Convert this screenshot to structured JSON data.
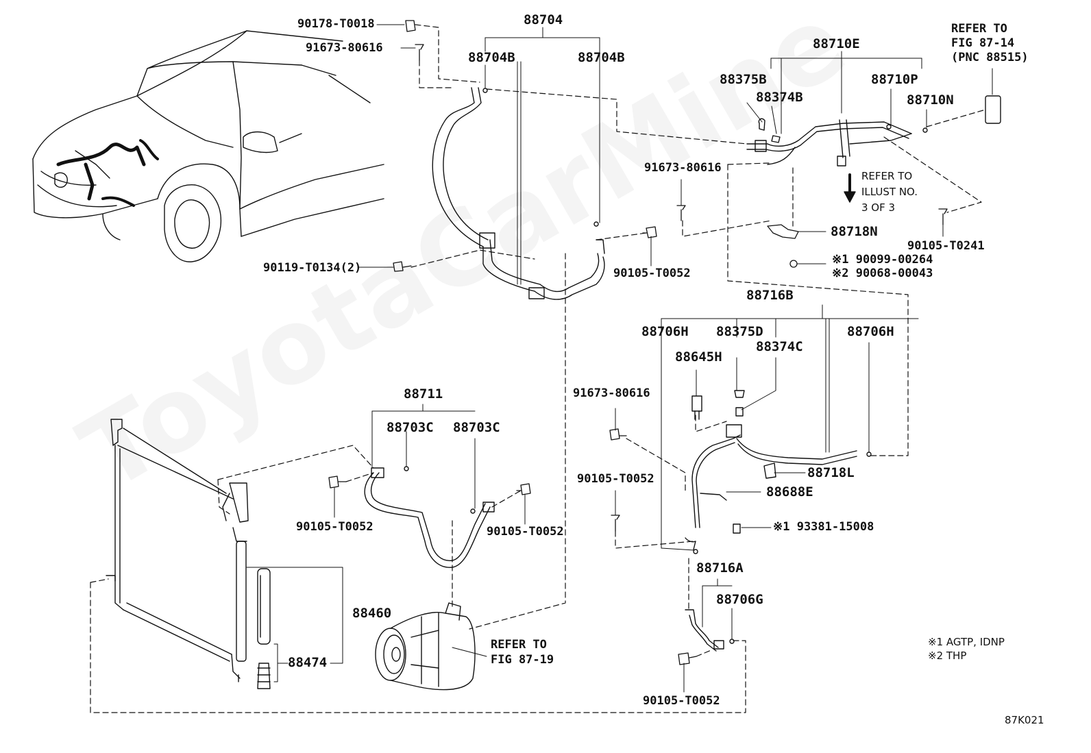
{
  "watermark": "ToyotaCarMine",
  "diagram_code": "87K021",
  "labels": {
    "p_90178_T0018": "90178-T0018",
    "p_91673_80616_a": "91673-80616",
    "p_88704": "88704",
    "p_88704B_l": "88704B",
    "p_88704B_r": "88704B",
    "p_88710E": "88710E",
    "p_88375B": "88375B",
    "p_88374B": "88374B",
    "p_88710P": "88710P",
    "p_88710N": "88710N",
    "refer_87_14_l1": "REFER TO",
    "refer_87_14_l2": "FIG 87-14",
    "refer_87_14_l3": "(PNC 88515)",
    "p_91673_80616_b": "91673-80616",
    "refer_illust_l1": "REFER TO",
    "refer_illust_l2": "ILLUST NO.",
    "refer_illust_l3": "3 OF 3",
    "p_88718N": "88718N",
    "p_90105_T0241": "90105-T0241",
    "p_90099_00264": "※1 90099-00264",
    "p_90068_00043": "※2 90068-00043",
    "p_90119_T0134": "90119-T0134(2)",
    "p_90105_T0052_a": "90105-T0052",
    "p_88716B": "88716B",
    "p_88706H_l": "88706H",
    "p_88375D": "88375D",
    "p_88374C": "88374C",
    "p_88706H_r": "88706H",
    "p_88645H": "88645H",
    "p_88711": "88711",
    "p_88703C_l": "88703C",
    "p_88703C_r": "88703C",
    "p_91673_80616_c": "91673-80616",
    "p_88718L": "88718L",
    "p_88688E": "88688E",
    "p_90105_T0052_b": "90105-T0052",
    "p_90105_T0052_c": "90105-T0052",
    "p_90105_T0052_d": "90105-T0052",
    "p_93381_15008": "※1 93381-15008",
    "p_88716A": "88716A",
    "p_88706G": "88706G",
    "p_88460": "88460",
    "p_88474": "88474",
    "refer_87_19_l1": "REFER TO",
    "refer_87_19_l2": "FIG 87-19",
    "p_90105_T0052_e": "90105-T0052",
    "note1": "※1 AGTP, IDNP",
    "note2": "※2 THP"
  }
}
